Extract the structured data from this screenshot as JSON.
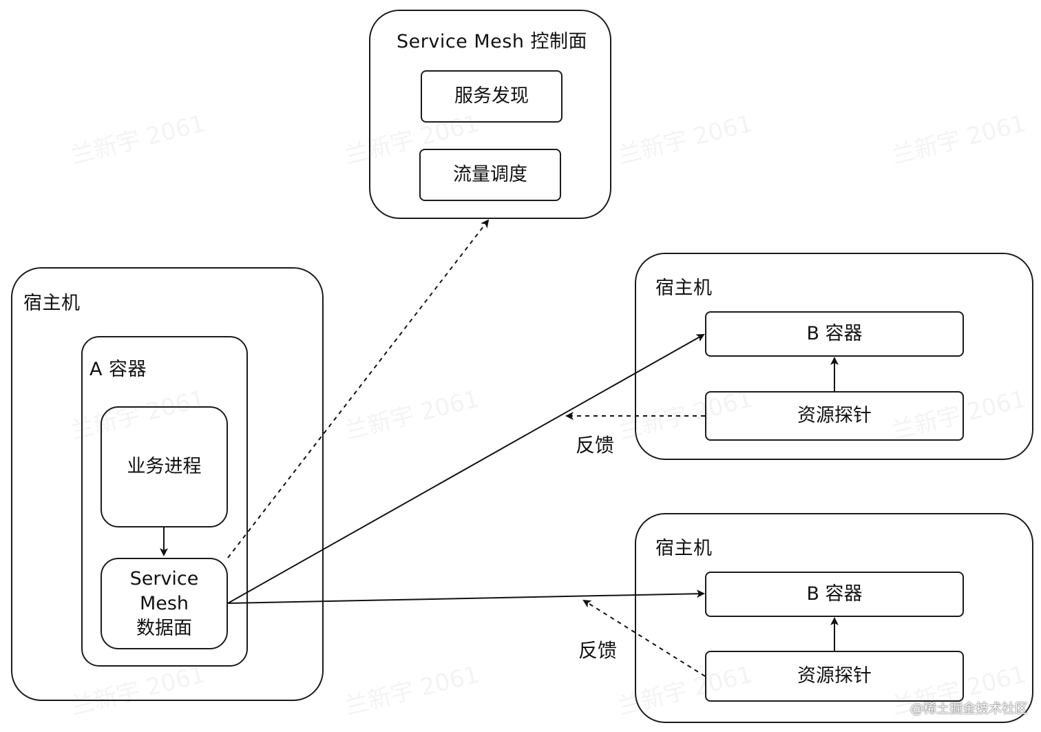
{
  "control_plane": {
    "title": "Service Mesh 控制面",
    "items": [
      "服务发现",
      "流量调度"
    ]
  },
  "host_a": {
    "title": "宿主机",
    "container": {
      "title": "A 容器",
      "business_process": "业务进程",
      "data_plane_lines": [
        "Service",
        "Mesh",
        "数据面"
      ]
    }
  },
  "host_b1": {
    "title": "宿主机",
    "container": "B 容器",
    "probe": "资源探针"
  },
  "host_b2": {
    "title": "宿主机",
    "container": "B 容器",
    "probe": "资源探针"
  },
  "edges": {
    "feedback_top": "反馈",
    "feedback_bottom": "反馈"
  },
  "watermark_text": "兰新宇 2061",
  "credit": "@稀土掘金技术社区"
}
